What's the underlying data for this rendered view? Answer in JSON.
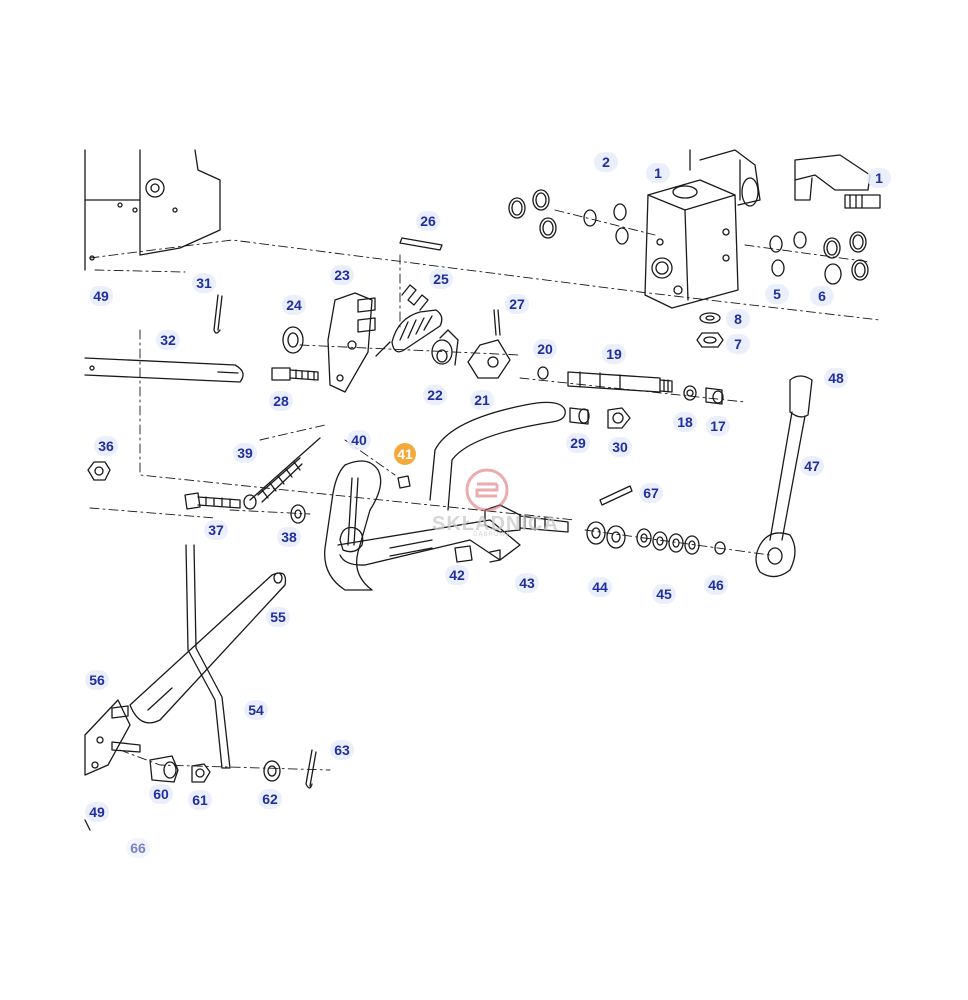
{
  "watermark": {
    "text": "SKŁADNICA",
    "subtext": "DĄBROWA"
  },
  "highlighted_part": "41",
  "part_labels": [
    {
      "id": "p1a",
      "text": "1"
    },
    {
      "id": "p1b",
      "text": "1"
    },
    {
      "id": "p2",
      "text": "2"
    },
    {
      "id": "p5",
      "text": "5"
    },
    {
      "id": "p6",
      "text": "6"
    },
    {
      "id": "p7",
      "text": "7"
    },
    {
      "id": "p8",
      "text": "8"
    },
    {
      "id": "p17",
      "text": "17"
    },
    {
      "id": "p18",
      "text": "18"
    },
    {
      "id": "p19",
      "text": "19"
    },
    {
      "id": "p20",
      "text": "20"
    },
    {
      "id": "p21",
      "text": "21"
    },
    {
      "id": "p22",
      "text": "22"
    },
    {
      "id": "p23",
      "text": "23"
    },
    {
      "id": "p24",
      "text": "24"
    },
    {
      "id": "p25",
      "text": "25"
    },
    {
      "id": "p26",
      "text": "26"
    },
    {
      "id": "p27",
      "text": "27"
    },
    {
      "id": "p28",
      "text": "28"
    },
    {
      "id": "p29",
      "text": "29"
    },
    {
      "id": "p30",
      "text": "30"
    },
    {
      "id": "p31",
      "text": "31"
    },
    {
      "id": "p32",
      "text": "32"
    },
    {
      "id": "p36",
      "text": "36"
    },
    {
      "id": "p37",
      "text": "37"
    },
    {
      "id": "p38",
      "text": "38"
    },
    {
      "id": "p39",
      "text": "39"
    },
    {
      "id": "p40",
      "text": "40"
    },
    {
      "id": "p41",
      "text": "41"
    },
    {
      "id": "p42",
      "text": "42"
    },
    {
      "id": "p43",
      "text": "43"
    },
    {
      "id": "p44",
      "text": "44"
    },
    {
      "id": "p45",
      "text": "45"
    },
    {
      "id": "p46",
      "text": "46"
    },
    {
      "id": "p47",
      "text": "47"
    },
    {
      "id": "p48",
      "text": "48"
    },
    {
      "id": "p49a",
      "text": "49"
    },
    {
      "id": "p49b",
      "text": "49"
    },
    {
      "id": "p54",
      "text": "54"
    },
    {
      "id": "p55",
      "text": "55"
    },
    {
      "id": "p56",
      "text": "56"
    },
    {
      "id": "p60",
      "text": "60"
    },
    {
      "id": "p61",
      "text": "61"
    },
    {
      "id": "p62",
      "text": "62"
    },
    {
      "id": "p63",
      "text": "63"
    },
    {
      "id": "p66",
      "text": "66"
    },
    {
      "id": "p67",
      "text": "67"
    }
  ],
  "colors": {
    "line": "#1a1a1a",
    "label_text": "#1f2f9e",
    "label_bg": "#e8ecfa",
    "highlight": "#f5a93a",
    "watermark": "#c9c9c9",
    "watermark_logo": "#d96a6a"
  }
}
